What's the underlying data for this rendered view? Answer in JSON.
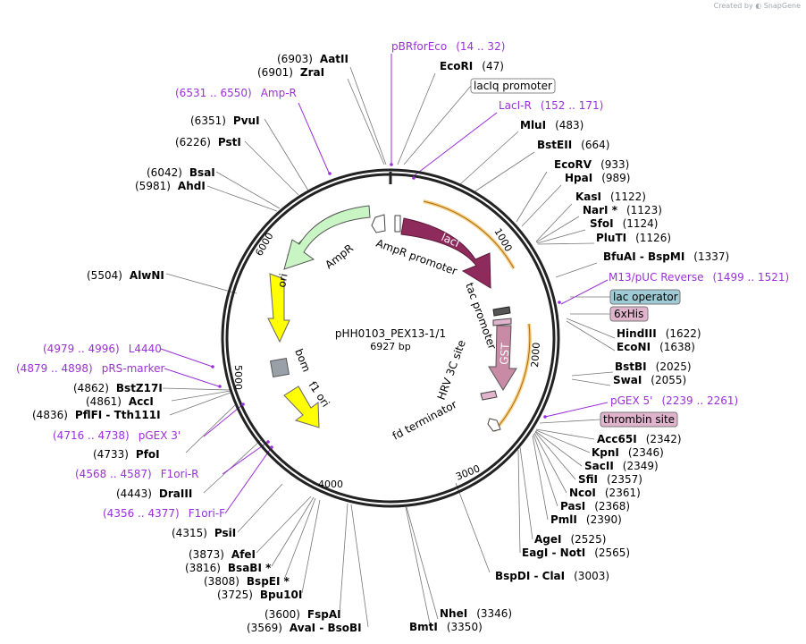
{
  "credit": {
    "prefix": "Created by",
    "brand": "SnapGene"
  },
  "plasmid": {
    "name": "pHH0103_PEX13-1/1",
    "length_label": "6927 bp"
  },
  "ticks": [
    "1000",
    "2000",
    "3000",
    "4000",
    "5000",
    "6000"
  ],
  "sites": [
    {
      "name": "AatII",
      "pos": "(6903)"
    },
    {
      "name": "ZraI",
      "pos": "(6901)"
    },
    {
      "name": "EcoRI",
      "pos": "(47)"
    },
    {
      "name": "MluI",
      "pos": "(483)"
    },
    {
      "name": "BstEII",
      "pos": "(664)"
    },
    {
      "name": "EcoRV",
      "pos": "(933)"
    },
    {
      "name": "HpaI",
      "pos": "(989)"
    },
    {
      "name": "KasI",
      "pos": "(1122)"
    },
    {
      "name": "NarI *",
      "pos": "(1123)"
    },
    {
      "name": "SfoI",
      "pos": "(1124)"
    },
    {
      "name": "PluTI",
      "pos": "(1126)"
    },
    {
      "name": "BfuAI - BspMI",
      "pos": "(1337)"
    },
    {
      "name": "HindIII",
      "pos": "(1622)"
    },
    {
      "name": "EcoNI",
      "pos": "(1638)"
    },
    {
      "name": "BstBI",
      "pos": "(2025)"
    },
    {
      "name": "SwaI",
      "pos": "(2055)"
    },
    {
      "name": "Acc65I",
      "pos": "(2342)"
    },
    {
      "name": "KpnI",
      "pos": "(2346)"
    },
    {
      "name": "SacII",
      "pos": "(2349)"
    },
    {
      "name": "SfiI",
      "pos": "(2357)"
    },
    {
      "name": "NcoI",
      "pos": "(2361)"
    },
    {
      "name": "PasI",
      "pos": "(2368)"
    },
    {
      "name": "PmlI",
      "pos": "(2390)"
    },
    {
      "name": "AgeI",
      "pos": "(2525)"
    },
    {
      "name": "EagI - NotI",
      "pos": "(2565)"
    },
    {
      "name": "BspDI - ClaI",
      "pos": "(3003)"
    },
    {
      "name": "NheI",
      "pos": "(3346)"
    },
    {
      "name": "BmtI",
      "pos": "(3350)"
    },
    {
      "name": "PvuI",
      "pos": "(6351)"
    },
    {
      "name": "PstI",
      "pos": "(6226)"
    },
    {
      "name": "BsaI",
      "pos": "(6042)"
    },
    {
      "name": "AhdI",
      "pos": "(5981)"
    },
    {
      "name": "AlwNI",
      "pos": "(5504)"
    },
    {
      "name": "BstZ17I",
      "pos": "(4862)"
    },
    {
      "name": "AccI",
      "pos": "(4861)"
    },
    {
      "name": "PflFI - Tth111I",
      "pos": "(4836)"
    },
    {
      "name": "PfoI",
      "pos": "(4733)"
    },
    {
      "name": "DraIII",
      "pos": "(4443)"
    },
    {
      "name": "PsiI",
      "pos": "(4315)"
    },
    {
      "name": "AfeI",
      "pos": "(3873)"
    },
    {
      "name": "BsaBI *",
      "pos": "(3816)"
    },
    {
      "name": "BspEI *",
      "pos": "(3808)"
    },
    {
      "name": "Bpu10I",
      "pos": "(3725)"
    },
    {
      "name": "FspAI",
      "pos": "(3600)"
    },
    {
      "name": "AvaI - BsoBI",
      "pos": "(3569)"
    }
  ],
  "primers": [
    {
      "name": "pBRforEco",
      "range": "(14 .. 32)"
    },
    {
      "name": "LacI-R",
      "range": "(152 .. 171)"
    },
    {
      "name": "M13/pUC Reverse",
      "range": "(1499 .. 1521)"
    },
    {
      "name": "pGEX 5'",
      "range": "(2239 .. 2261)"
    },
    {
      "name": "Amp-R",
      "range": "(6531 .. 6550)"
    },
    {
      "name": "L4440",
      "range": "(4979 .. 4996)"
    },
    {
      "name": "pRS-marker",
      "range": "(4879 .. 4898)"
    },
    {
      "name": "pGEX 3'",
      "range": "(4716 .. 4738)"
    },
    {
      "name": "F1ori-R",
      "range": "(4568 .. 4587)"
    },
    {
      "name": "F1ori-F",
      "range": "(4356 .. 4377)"
    }
  ],
  "boxed": {
    "laciq": "lacIq promoter",
    "lac_operator": "lac operator",
    "his": "6xHis",
    "thrombin": "thrombin site"
  },
  "features": {
    "ampr_promoter": "AmpR promoter",
    "ampr": "AmpR",
    "laci": "lacI",
    "tac": "tac promoter",
    "ori": "ori",
    "bom": "bom",
    "f1ori": "f1 ori",
    "gst": "GST",
    "hrv": "HRV 3C site",
    "fd": "fd terminator"
  },
  "colors": {
    "primer": "#9b30d9",
    "laci": "#8e2a5c",
    "ampr": "#c9f5c4",
    "ori": "#ffff00",
    "gst": "#c98aa6",
    "orf_arc": "#f0a820",
    "ampr_arc": "#3a8a1c",
    "lac_operator": "#9ecbd6",
    "his": "#e0b4cc",
    "thrombin": "#e0b4cc"
  }
}
